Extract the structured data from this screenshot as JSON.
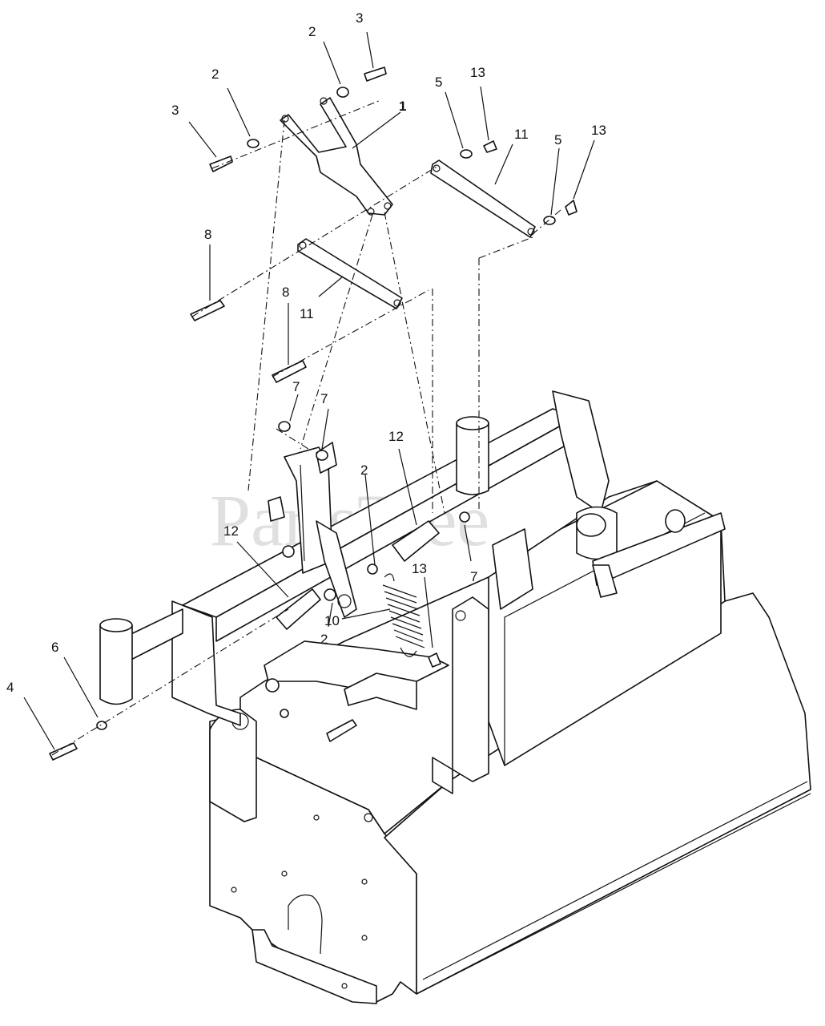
{
  "watermark": "PartsTree",
  "callouts": {
    "c1": "1",
    "c2a": "2",
    "c2b": "2",
    "c2c": "2",
    "c2d": "2",
    "c3a": "3",
    "c3b": "3",
    "c4": "4",
    "c5a": "5",
    "c5b": "5",
    "c6": "6",
    "c7a": "7",
    "c7b": "7",
    "c7c": "7",
    "c8a": "8",
    "c8b": "8",
    "c10": "10",
    "c11a": "11",
    "c11b": "11",
    "c12a": "12",
    "c12b": "12",
    "c13a": "13",
    "c13b": "13",
    "c13c": "13"
  }
}
